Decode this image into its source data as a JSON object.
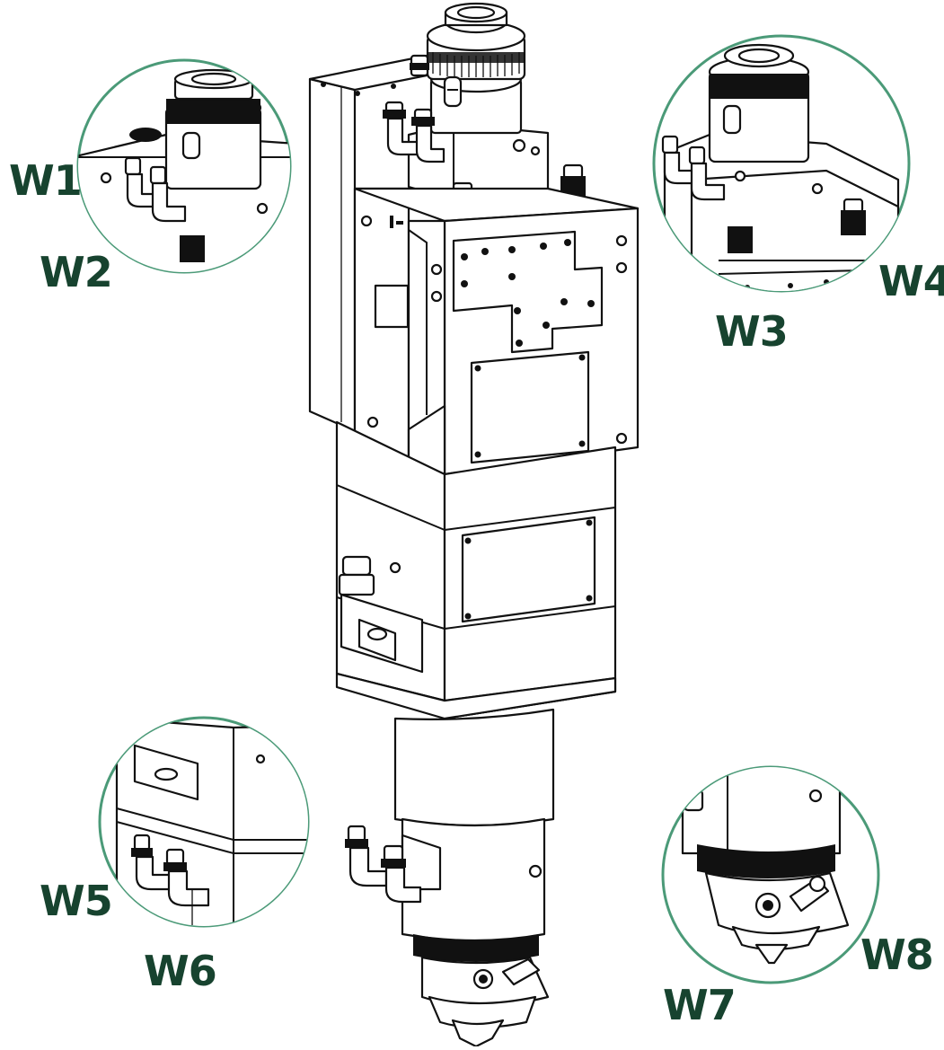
{
  "colors": {
    "label": "#17432f",
    "circle": "#4b9a78",
    "line": "#111111"
  },
  "labels": {
    "w1": "W1",
    "w2": "W2",
    "w3": "W3",
    "w4": "W4",
    "w5": "W5",
    "w6": "W6",
    "w7": "W7",
    "w8": "W8"
  }
}
